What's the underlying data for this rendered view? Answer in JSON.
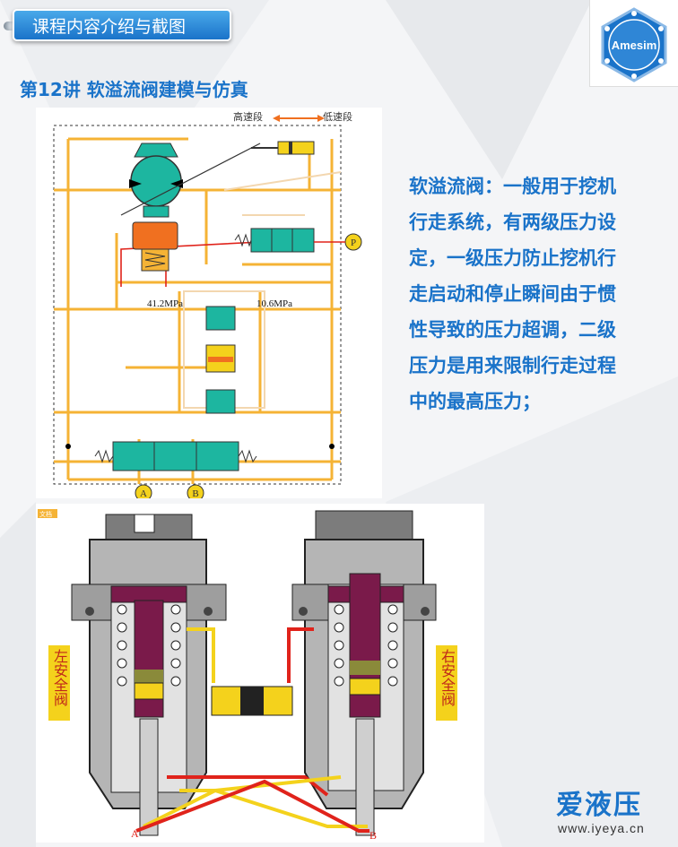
{
  "header": {
    "section_title": "课程内容介绍与截图"
  },
  "logo": {
    "text": "Amesim"
  },
  "lecture": {
    "title": "第12讲 软溢流阀建模与仿真"
  },
  "schematic": {
    "labels": {
      "high_speed": "高速段",
      "low_speed": "低速段",
      "pressure_high": "41.2MPa",
      "pressure_low": "10.6MPa",
      "port_p": "P",
      "port_a": "A",
      "port_b": "B"
    }
  },
  "valves": {
    "doc_tag": "文档",
    "left_label": "左安全阀",
    "right_label": "右安全阀",
    "port_a": "A",
    "port_b": "B"
  },
  "description": {
    "lines": [
      "软溢流阀：一般用于挖机",
      "行走系统，有两级压力设",
      "定，一级压力防止挖机行",
      "走启动和停止瞬间由于惯",
      "性导致的压力超调，二级",
      "压力是用来限制行走过程",
      "中的最高压力；"
    ]
  },
  "footer": {
    "brand": "爱液压",
    "url": "www.iyeya.cn"
  },
  "colors": {
    "accent_blue": "#1a73c9",
    "pipe_orange": "#f5b335",
    "valve_teal": "#1db6a0",
    "pipe_red": "#e0231b",
    "pipe_yellow": "#f4d21c",
    "piston_purple": "#7a1a4a"
  }
}
